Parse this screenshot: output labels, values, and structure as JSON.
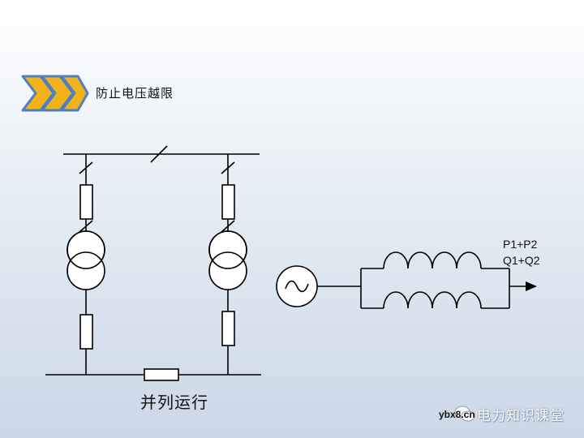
{
  "header": {
    "title": "防止电压越限"
  },
  "caption": "并列运行",
  "flow_labels": {
    "p": "P1+P2",
    "q": "Q1+Q2"
  },
  "watermark": {
    "url": "ybx8.cn",
    "text": "电力知识课堂"
  },
  "colors": {
    "chevron_fill": "#f2b21a",
    "chevron_edge": "#4d7fc4",
    "line": "#000000"
  },
  "icons": {
    "logo": "chevrons-icon",
    "source": "ac-source-icon",
    "transformer": "transformer-icon",
    "watermark": "wechat-icon"
  }
}
